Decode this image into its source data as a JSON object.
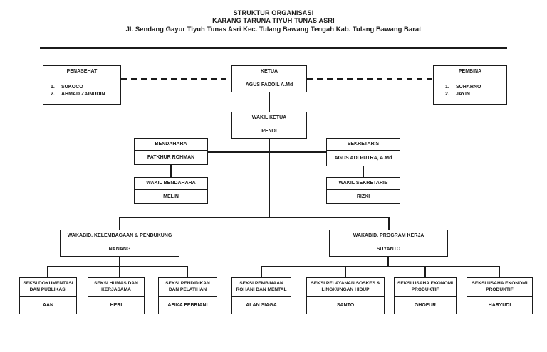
{
  "title": {
    "line1": "STRUKTUR ORGANISASI",
    "line2": "KARANG TARUNA TIYUH TUNAS ASRI",
    "line3": "Jl. Sendang Gayur Tiyuh Tunas Asri Kec. Tulang Bawang Tengah Kab. Tulang Bawang Barat"
  },
  "colors": {
    "line": "#1b1b1b",
    "text": "#1b1b1b",
    "background": "#ffffff"
  },
  "org": {
    "penasehat": {
      "title": "PENASEHAT",
      "members": [
        {
          "num": "1.",
          "name": "SUKOCO"
        },
        {
          "num": "2.",
          "name": "AHMAD ZAINUDIN"
        }
      ]
    },
    "ketua": {
      "title": "KETUA",
      "name": "AGUS FADOIL A.Md"
    },
    "pembina": {
      "title": "PEMBINA",
      "members": [
        {
          "num": "1.",
          "name": "SUHARNO"
        },
        {
          "num": "2.",
          "name": "JAYIN"
        }
      ]
    },
    "wakil_ketua": {
      "title": "WAKIL KETUA",
      "name": "PENDI"
    },
    "bendahara": {
      "title": "BENDAHARA",
      "name": "FATKHUR ROHMAN"
    },
    "sekretaris": {
      "title": "SEKRETARIS",
      "name": "AGUS ADI PUTRA, A.Md"
    },
    "wakil_bendahara": {
      "title": "WAKIL BENDAHARA",
      "name": "MELIN"
    },
    "wakil_sekretaris": {
      "title": "WAKIL SEKRETARIS",
      "name": "RIZKI"
    },
    "wakabid_kelembagaan": {
      "title": "WAKABID. KELEMBAGAAN & PENDUKUNG",
      "name": "NANANG"
    },
    "wakabid_program": {
      "title": "WAKABID. PROGRAM KERJA",
      "name": "SUYANTO"
    },
    "seksi": [
      {
        "title": "SEKSI DOKUMENTASI DAN PUBLIKASI",
        "name": "AAN"
      },
      {
        "title": "SEKSI HUMAS DAN KERJASAMA",
        "name": "HERI"
      },
      {
        "title": "SEKSI PENDIDIKAN DAN PELATIHAN",
        "name": "AFIKA FEBRIANI"
      },
      {
        "title": "SEKSI PEMBINAAN ROHANI DAN MENTAL",
        "name": "ALAN SIAGA"
      },
      {
        "title": "SEKSI PELAYANAN SOSKES & LINGKUNGAN HIDUP",
        "name": "SANTO"
      },
      {
        "title": "SEKSI USAHA EKONOMI PRODUKTIF",
        "name": "GHOFUR"
      },
      {
        "title": "SEKSI USAHA EKONOMI PRODUKTIF",
        "name": "HARYUDI"
      }
    ]
  }
}
